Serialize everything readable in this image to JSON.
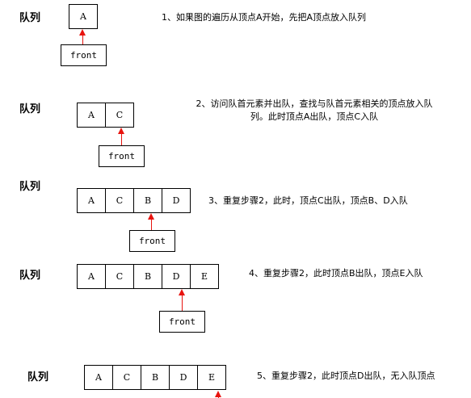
{
  "steps": [
    {
      "label": "队列",
      "cells": [
        "A"
      ],
      "front": "front",
      "description": "1、如果图的遍历从顶点A开始，先把A顶点放入队列"
    },
    {
      "label": "队列",
      "cells": [
        "A",
        "C"
      ],
      "front": "front",
      "description_line1": "2、访问队首元素并出队，查找与队首元素相关的顶点放入队",
      "description_line2": "列。此时顶点A出队，顶点C入队"
    },
    {
      "label": "队列",
      "cells": [
        "A",
        "C",
        "B",
        "D"
      ],
      "front": "front",
      "description": "3、重复步骤2，此时，顶点C出队，顶点B、D入队"
    },
    {
      "label": "队列",
      "cells": [
        "A",
        "C",
        "B",
        "D",
        "E"
      ],
      "front": "front",
      "description": "4、重复步骤2，此时顶点B出队，顶点E入队"
    },
    {
      "label": "队列",
      "cells": [
        "A",
        "C",
        "B",
        "D",
        "E"
      ],
      "description": "5、重复步骤2，此时顶点D出队，无入队顶点"
    }
  ]
}
